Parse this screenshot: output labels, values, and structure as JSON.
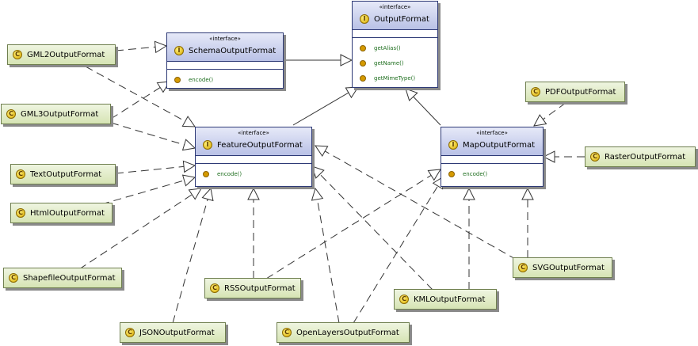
{
  "stereotype": "«interface»",
  "class_icon_letter": "C",
  "interface_icon_letter": "I",
  "interfaces": {
    "output_format": {
      "name": "OutputFormat",
      "methods": [
        "getAlias()",
        "getName()",
        "getMimeType()"
      ]
    },
    "schema_output_format": {
      "name": "SchemaOutputFormat",
      "methods": [
        "encode()"
      ]
    },
    "feature_output_format": {
      "name": "FeatureOutputFormat",
      "methods": [
        "encode()"
      ]
    },
    "map_output_format": {
      "name": "MapOutputFormat",
      "methods": [
        "encode()"
      ]
    }
  },
  "classes": {
    "gml2": "GML2OutputFormat",
    "gml3": "GML3OutputFormat",
    "text": "TextOutputFormat",
    "html": "HtmlOutputFormat",
    "shapefile": "ShapefileOutputFormat",
    "json": "JSONOutputFormat",
    "rss": "RSSOutputFormat",
    "openlayers": "OpenLayersOutputFormat",
    "kml": "KMLOutputFormat",
    "svg": "SVGOutputFormat",
    "pdf": "PDFOutputFormat",
    "raster": "RasterOutputFormat"
  },
  "colors": {
    "class_border": "#6f7f4f",
    "interface_border": "#2e3a76",
    "method_text": "#1e6e1e"
  }
}
